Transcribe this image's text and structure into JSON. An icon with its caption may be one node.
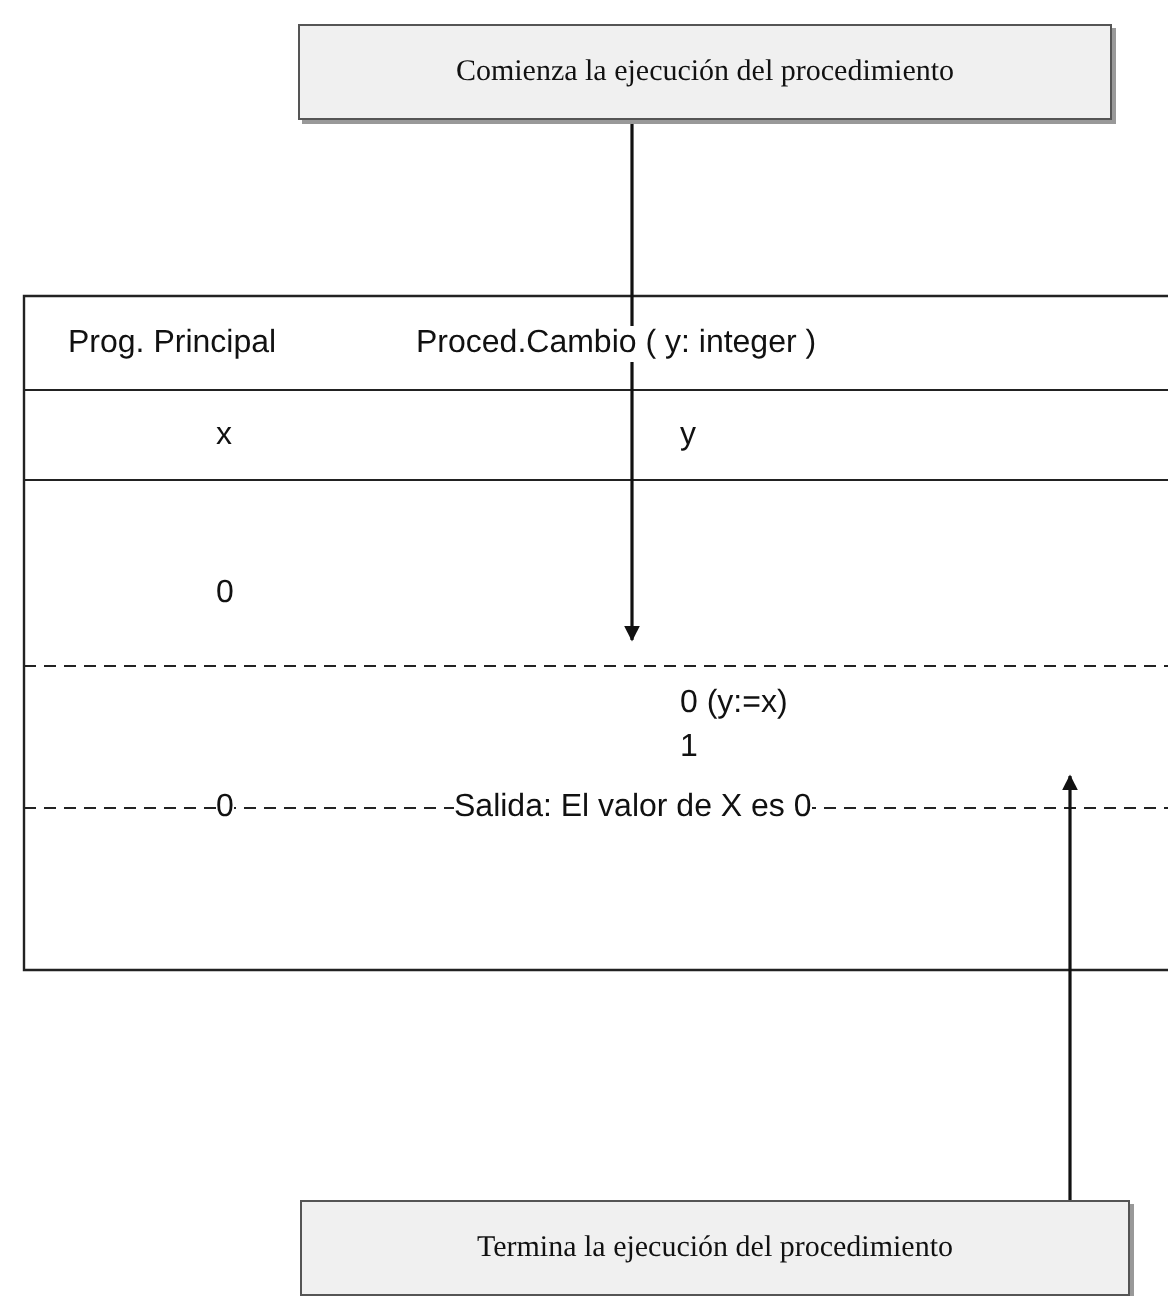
{
  "diagram": {
    "nodes": [
      {
        "text": [
          "Comienza la ejecución del procedimiento"
        ]
      },
      {
        "text": [
          "Termina la ejecución del procedimiento"
        ]
      }
    ],
    "edges": [
      {
        "from": 0,
        "to": null,
        "arrow": "to"
      },
      {
        "from": 1,
        "to": null,
        "arrow": "to"
      }
    ],
    "labels": [
      "Prog. Principal",
      "Proced.Cambio ( y: integer )",
      "x",
      "y",
      "0",
      "0 (y:=x)",
      "1",
      "0",
      "Salida: El valor de X es 0"
    ]
  }
}
